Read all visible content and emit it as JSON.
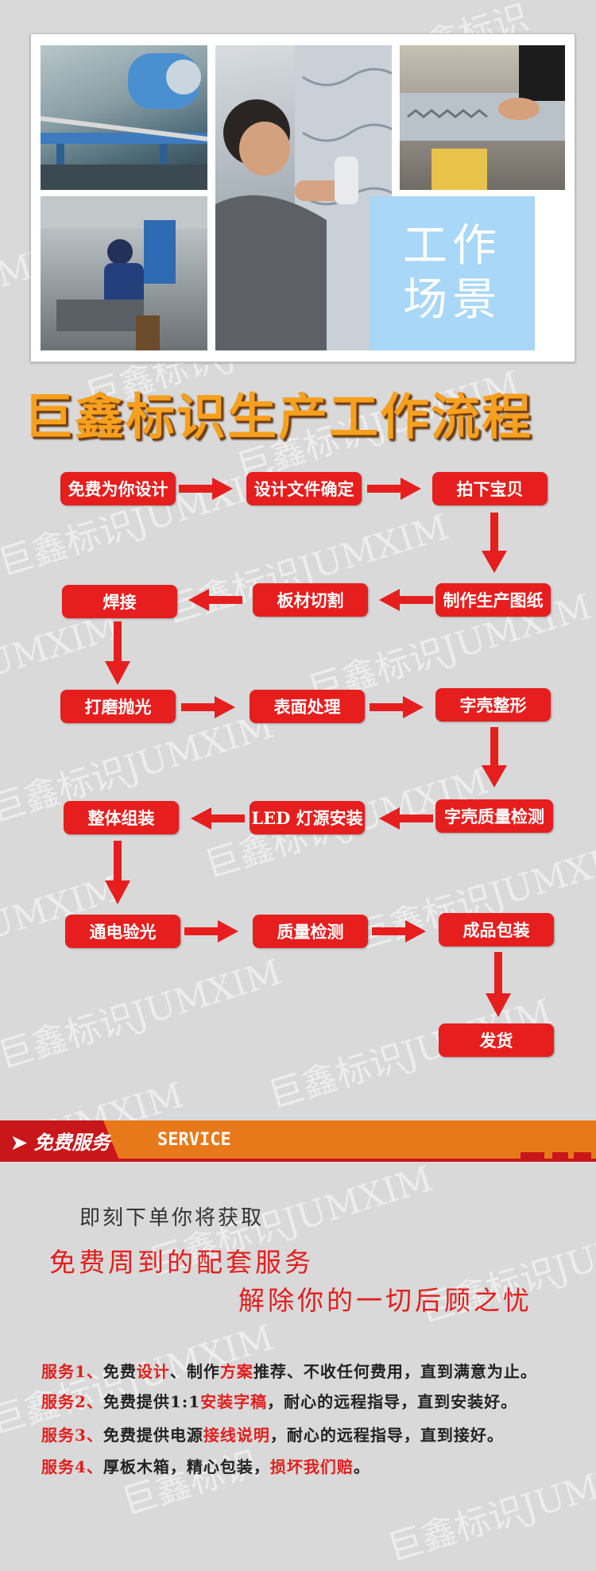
{
  "watermark": {
    "cn": "巨鑫标识",
    "en": "JUMXIM",
    "full": "巨鑫标识JUMXIM"
  },
  "gallery": {
    "scene_label_line1": "工作",
    "scene_label_line2": "场景"
  },
  "title": "巨鑫标识生产工作流程",
  "process": {
    "steps": [
      "免费为你设计",
      "设计文件确定",
      "拍下宝贝",
      "制作生产图纸",
      "板材切割",
      "焊接",
      "打磨抛光",
      "表面处理",
      "字壳整形",
      "字壳质量检测",
      "LED 灯源安装",
      "整体组装",
      "通电验光",
      "质量检测",
      "成品包装",
      "发货"
    ]
  },
  "service_banner": {
    "label": "免费服务",
    "en": "SERVICE"
  },
  "intro": "即刻下单你将获取",
  "slogan1": "免费周到的配套服务",
  "slogan2": "解除你的一切后顾之忧",
  "services": [
    {
      "label": "服务1、",
      "p1": "免费",
      "h1": "设计",
      "p2": "、制作",
      "h2": "方案",
      "p3": "推荐、不收任何费用，直到满意为止。"
    },
    {
      "label": "服务2、",
      "p1": "免费提供1:1",
      "h1": "安装字稿",
      "p2": "，耐心的远程指导，直到安装好。"
    },
    {
      "label": "服务3、",
      "p1": "免费提供电源",
      "h1": "接线说明",
      "p2": "，耐心的远程指导，直到接好。"
    },
    {
      "label": "服务4、",
      "p1": "厚板木箱，精心包装，",
      "h1": "损坏我们赔",
      "p2": "。"
    }
  ],
  "colors": {
    "step_red": "#e61e1e",
    "title_orange": "#f5a01e",
    "banner_orange": "#e8791a",
    "banner_red": "#c8161a",
    "scene_blue": "#a8d7f7"
  }
}
